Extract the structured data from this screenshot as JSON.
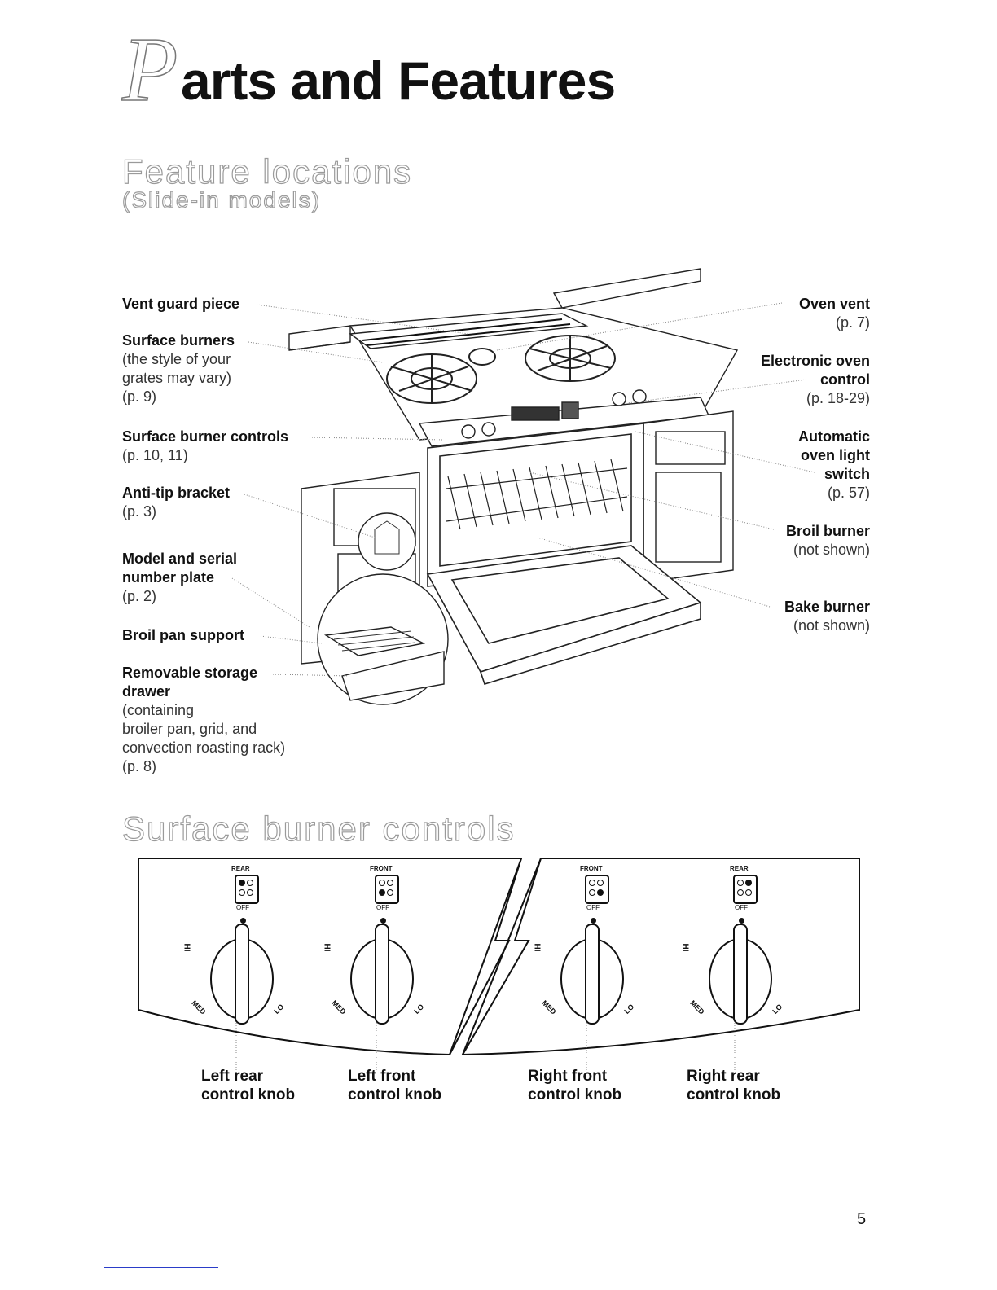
{
  "header": {
    "title_initial": "P",
    "title_rest": "arts and Features"
  },
  "feature_section": {
    "heading": "Feature locations",
    "subheading": "(Slide-in models)",
    "left_labels": [
      {
        "bold": "Vent guard piece",
        "lines": []
      },
      {
        "bold": "Surface burners",
        "lines": [
          "(the style of your",
          "grates may vary)",
          "(p. 9)"
        ]
      },
      {
        "bold": "Surface burner controls",
        "lines": [
          "(p. 10, 11)"
        ]
      },
      {
        "bold": "Anti-tip bracket",
        "lines": [
          "(p. 3)"
        ]
      },
      {
        "bold": "Model and serial\nnumber plate",
        "lines": [
          "(p. 2)"
        ]
      },
      {
        "bold": "Broil pan support",
        "lines": []
      },
      {
        "bold": "Removable storage\ndrawer",
        "lines": [
          "(containing",
          "broiler pan, grid, and",
          "convection roasting rack)",
          "(p. 8)"
        ]
      }
    ],
    "right_labels": [
      {
        "bold": "Oven vent",
        "lines": [
          "(p. 7)"
        ]
      },
      {
        "bold": "Electronic oven\ncontrol",
        "lines": [
          "(p. 18-29)"
        ]
      },
      {
        "bold": "Automatic\noven light\nswitch",
        "lines": [
          "(p. 57)"
        ]
      },
      {
        "bold": "Broil burner",
        "lines": [
          "(not shown)"
        ]
      },
      {
        "bold": "Bake burner",
        "lines": [
          "(not shown)"
        ]
      }
    ]
  },
  "controls_section": {
    "heading": "Surface burner controls",
    "knobs": [
      {
        "position_label": "REAR",
        "off": "OFF",
        "hi": "HI",
        "med": "MED",
        "lo": "LO",
        "caption": "Left rear\ncontrol knob"
      },
      {
        "position_label": "FRONT",
        "off": "OFF",
        "hi": "HI",
        "med": "MED",
        "lo": "LO",
        "caption": "Left front\ncontrol knob"
      },
      {
        "position_label": "FRONT",
        "off": "OFF",
        "hi": "HI",
        "med": "MED",
        "lo": "LO",
        "caption": "Right front\ncontrol knob"
      },
      {
        "position_label": "REAR",
        "off": "OFF",
        "hi": "HI",
        "med": "MED",
        "lo": "LO",
        "caption": "Right rear\ncontrol knob"
      }
    ]
  },
  "footer": {
    "page_number": "5"
  }
}
